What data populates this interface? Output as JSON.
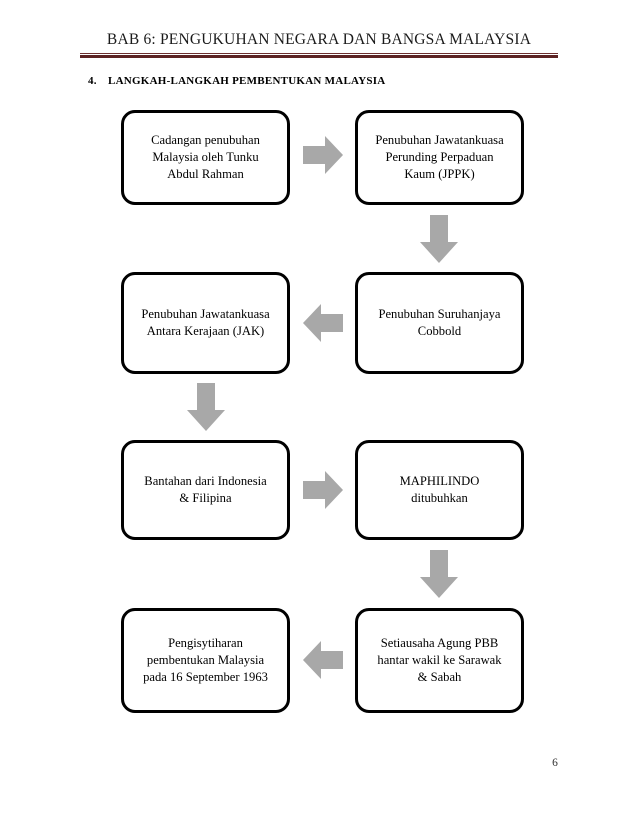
{
  "document": {
    "title": "BAB 6: PENGUKUHAN NEGARA DAN BANGSA MALAYSIA",
    "section_number": "4.",
    "section_title": "LANGKAH-LANGKAH PEMBENTUKAN MALAYSIA",
    "page_number": "6"
  },
  "colors": {
    "title_rule": "#5c2323",
    "box_border": "#000000",
    "arrow_fill": "#a8a8a8",
    "text": "#000000",
    "background": "#ffffff"
  },
  "chart_data": {
    "type": "diagram",
    "diagram_kind": "flowchart",
    "title": "LANGKAH-LANGKAH PEMBENTUKAN MALAYSIA",
    "layout": "two-column serpentine (boustrophedon) flow",
    "nodes": [
      {
        "id": "n1",
        "row": 1,
        "column": "left",
        "shape": "rounded-rectangle",
        "lines": [
          "Cadangan penubuhan",
          "Malaysia oleh Tunku",
          "Abdul Rahman"
        ],
        "text": "Cadangan penubuhan Malaysia oleh Tunku Abdul Rahman"
      },
      {
        "id": "n2",
        "row": 1,
        "column": "right",
        "shape": "rounded-rectangle",
        "lines": [
          "Penubuhan Jawatankuasa",
          "Perunding Perpaduan",
          "Kaum (JPPK)"
        ],
        "text": "Penubuhan Jawatankuasa Perunding Perpaduan Kaum (JPPK)"
      },
      {
        "id": "n3",
        "row": 2,
        "column": "right",
        "shape": "rounded-rectangle",
        "lines": [
          "Penubuhan Suruhanjaya",
          "Cobbold"
        ],
        "text": "Penubuhan Suruhanjaya Cobbold"
      },
      {
        "id": "n4",
        "row": 2,
        "column": "left",
        "shape": "rounded-rectangle",
        "lines": [
          "Penubuhan Jawatankuasa",
          "Antara Kerajaan (JAK)"
        ],
        "text": "Penubuhan Jawatankuasa Antara Kerajaan (JAK)"
      },
      {
        "id": "n5",
        "row": 3,
        "column": "left",
        "shape": "rounded-rectangle",
        "lines": [
          "Bantahan dari Indonesia",
          "& Filipina"
        ],
        "text": "Bantahan dari Indonesia & Filipina"
      },
      {
        "id": "n6",
        "row": 3,
        "column": "right",
        "shape": "rounded-rectangle",
        "lines": [
          "MAPHILINDO",
          "ditubuhkan"
        ],
        "text": "MAPHILINDO ditubuhkan"
      },
      {
        "id": "n7",
        "row": 4,
        "column": "right",
        "shape": "rounded-rectangle",
        "lines": [
          "Setiausaha Agung PBB",
          "hantar wakil ke Sarawak",
          "& Sabah"
        ],
        "text": "Setiausaha Agung PBB hantar wakil ke Sarawak & Sabah"
      },
      {
        "id": "n8",
        "row": 4,
        "column": "left",
        "shape": "rounded-rectangle",
        "lines": [
          "Pengisytiharan",
          "pembentukan Malaysia",
          "pada 16 September 1963"
        ],
        "text": "Pengisytiharan pembentukan Malaysia pada 16 September 1963"
      }
    ],
    "edges": [
      {
        "from": "n1",
        "to": "n2",
        "direction": "right",
        "style": "block-arrow",
        "color": "#a8a8a8"
      },
      {
        "from": "n2",
        "to": "n3",
        "direction": "down",
        "style": "block-arrow",
        "color": "#a8a8a8"
      },
      {
        "from": "n3",
        "to": "n4",
        "direction": "left",
        "style": "block-arrow",
        "color": "#a8a8a8"
      },
      {
        "from": "n4",
        "to": "n5",
        "direction": "down",
        "style": "block-arrow",
        "color": "#a8a8a8"
      },
      {
        "from": "n5",
        "to": "n6",
        "direction": "right",
        "style": "block-arrow",
        "color": "#a8a8a8"
      },
      {
        "from": "n6",
        "to": "n7",
        "direction": "down",
        "style": "block-arrow",
        "color": "#a8a8a8"
      },
      {
        "from": "n7",
        "to": "n8",
        "direction": "left",
        "style": "block-arrow",
        "color": "#a8a8a8"
      }
    ]
  }
}
